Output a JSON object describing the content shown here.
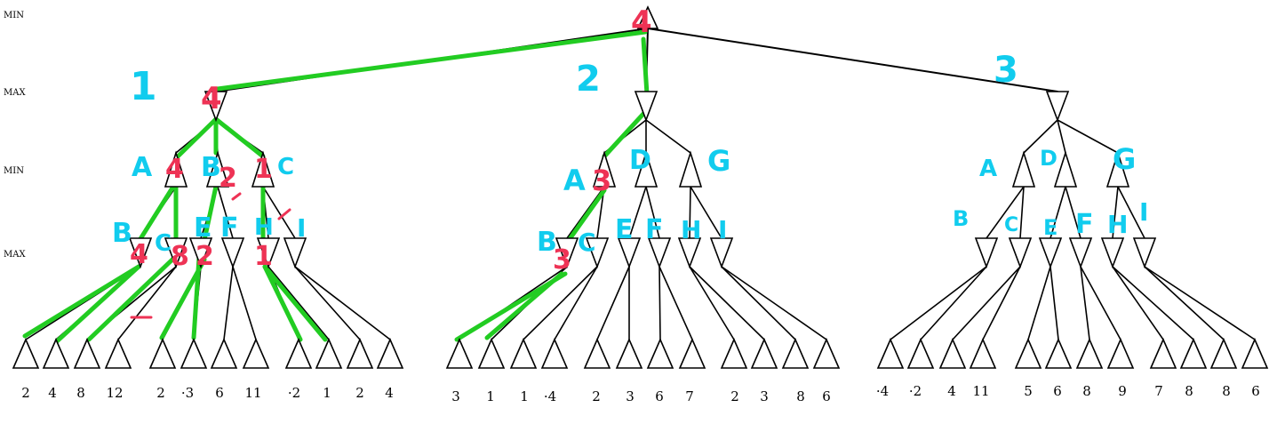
{
  "level_labels": [
    "MIN",
    "MAX",
    "MIN",
    "MAX"
  ],
  "root_value": "4",
  "subtrees": [
    {
      "number": "1",
      "max_value": "4",
      "min_values": [
        "4",
        "2",
        "1"
      ],
      "min_names": [
        "A",
        "B",
        "C"
      ],
      "max_names": [
        "B",
        "C",
        "E",
        "F",
        "H",
        "I"
      ],
      "max_values": [
        "4",
        "8",
        "2",
        "1"
      ],
      "leaves": [
        "2",
        "4",
        "8",
        "12",
        "2",
        "-3",
        "6",
        "11",
        "-2",
        "1",
        "2",
        "4"
      ]
    },
    {
      "number": "2",
      "min_values": [
        "3"
      ],
      "min_names": [
        "A",
        "D",
        "G"
      ],
      "max_names": [
        "B",
        "C",
        "E",
        "F",
        "H",
        "I"
      ],
      "max_values": [
        "3"
      ],
      "leaves": [
        "3",
        "1",
        "1",
        "-4",
        "2",
        "3",
        "6",
        "7",
        "2",
        "3",
        "8",
        "6"
      ]
    },
    {
      "number": "3",
      "min_names": [
        "A",
        "D",
        "G"
      ],
      "max_names": [
        "B",
        "C",
        "E",
        "F",
        "H",
        "I"
      ],
      "leaves": [
        "-4",
        "-2",
        "4",
        "11",
        "5",
        "6",
        "8",
        "9",
        "7",
        "8",
        "8",
        "6"
      ]
    }
  ],
  "colors": {
    "edge": "#000000",
    "highlight": "#22cc22",
    "annotation_value": "#ee3355",
    "annotation_label": "#11ccee"
  }
}
